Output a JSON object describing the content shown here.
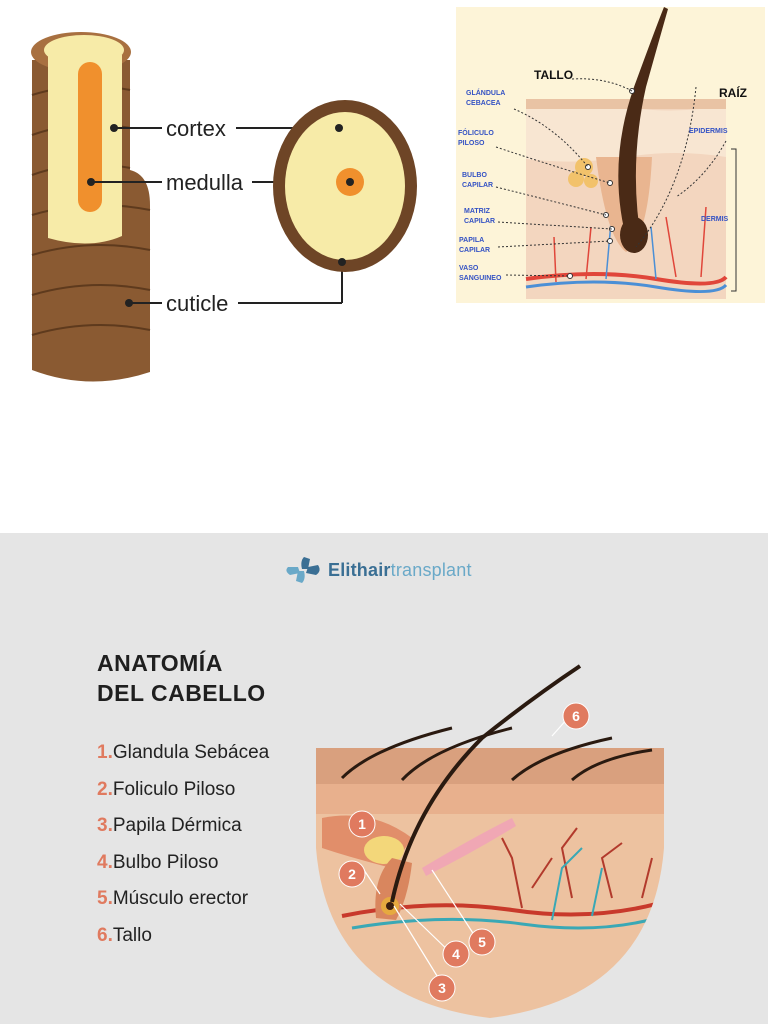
{
  "hair_strand": {
    "labels": {
      "cortex": "cortex",
      "medulla": "medulla",
      "cuticle": "cuticle"
    },
    "colors": {
      "cuticle": "#8a5a32",
      "cortex": "#f7eba8",
      "medulla": "#f0902d"
    }
  },
  "follicle_diagram": {
    "labels": {
      "tallo": "TALLO",
      "raiz": "RAÍZ",
      "glandula_1": "GLÁNDULA",
      "glandula_2": "CEBACEA",
      "foliculo_1": "FÓLICULO",
      "foliculo_2": "PILOSO",
      "bulbo_1": "BULBO",
      "bulbo_2": "CAPILAR",
      "matriz_1": "MATRIZ",
      "matriz_2": "CAPILAR",
      "papila_1": "PAPILA",
      "papila_2": "CAPILAR",
      "vaso_1": "VASO",
      "vaso_2": "SANGUINEO",
      "epidermis": "EPIDERMIS",
      "dermis": "DERMIS"
    },
    "colors": {
      "label": "#3452c4",
      "background": "#fdf4d8"
    }
  },
  "anatomy": {
    "brand": {
      "part1": "Elithair",
      "part2": "transplant"
    },
    "title_line1": "ANATOMÍA",
    "title_line2": "DEL CABELLO",
    "legend": [
      {
        "num": "1.",
        "text": "Glandula Sebácea"
      },
      {
        "num": "2.",
        "text": "Foliculo Piloso"
      },
      {
        "num": "3.",
        "text": "Papila Dérmica"
      },
      {
        "num": "4.",
        "text": "Bulbo Piloso"
      },
      {
        "num": "5.",
        "text": "Músculo erector"
      },
      {
        "num": "6.",
        "text": "Tallo"
      }
    ],
    "badges": [
      "1",
      "2",
      "3",
      "4",
      "5",
      "6"
    ],
    "colors": {
      "accent": "#e07a5f",
      "background": "#e5e5e5",
      "skin": "#edc2a0"
    }
  }
}
